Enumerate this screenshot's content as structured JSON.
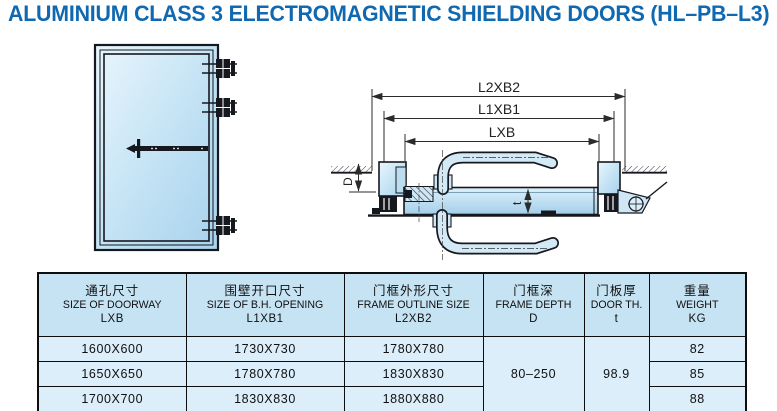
{
  "title": "ALUMINIUM CLASS 3 ELECTROMAGNETIC SHIELDING DOORS (HL–PB–L3)",
  "colors": {
    "title_blue": "#0f68b0",
    "drawing_fill_light": "#d8edf9",
    "drawing_fill_mid": "#b3d9ef",
    "line_dark": "#16181f",
    "table_header_bg": "#c6e3f3",
    "table_row_bg": "#dceefa"
  },
  "cross_section": {
    "dim_outer": "L2XB2",
    "dim_middle": "L1XB1",
    "dim_inner": "LXB",
    "dim_depth": "D",
    "dim_thickness": "t"
  },
  "table": {
    "columns": [
      {
        "cn": "通孔尺寸",
        "en": "SIZE OF DOORWAY",
        "sub": "LXB"
      },
      {
        "cn": "围壁开口尺寸",
        "en": "SIZE OF B.H. OPENING",
        "sub": "L1XB1"
      },
      {
        "cn": "门框外形尺寸",
        "en": "FRAME OUTLINE SIZE",
        "sub": "L2XB2"
      },
      {
        "cn": "门框深",
        "en": "FRAME DEPTH",
        "sub": "D"
      },
      {
        "cn": "门板厚",
        "en": "DOOR TH.",
        "sub": "t"
      },
      {
        "cn": "重量",
        "en": "WEIGHT",
        "sub": "KG"
      }
    ],
    "rows": [
      {
        "doorway": "1600X600",
        "bh_opening": "1730X730",
        "frame_outline": "1780X780",
        "weight": "82"
      },
      {
        "doorway": "1650X650",
        "bh_opening": "1780X780",
        "frame_outline": "1830X830",
        "weight": "85"
      },
      {
        "doorway": "1700X700",
        "bh_opening": "1830X830",
        "frame_outline": "1880X880",
        "weight": "88"
      }
    ],
    "merged": {
      "frame_depth": "80–250",
      "door_thickness": "98.9"
    }
  }
}
